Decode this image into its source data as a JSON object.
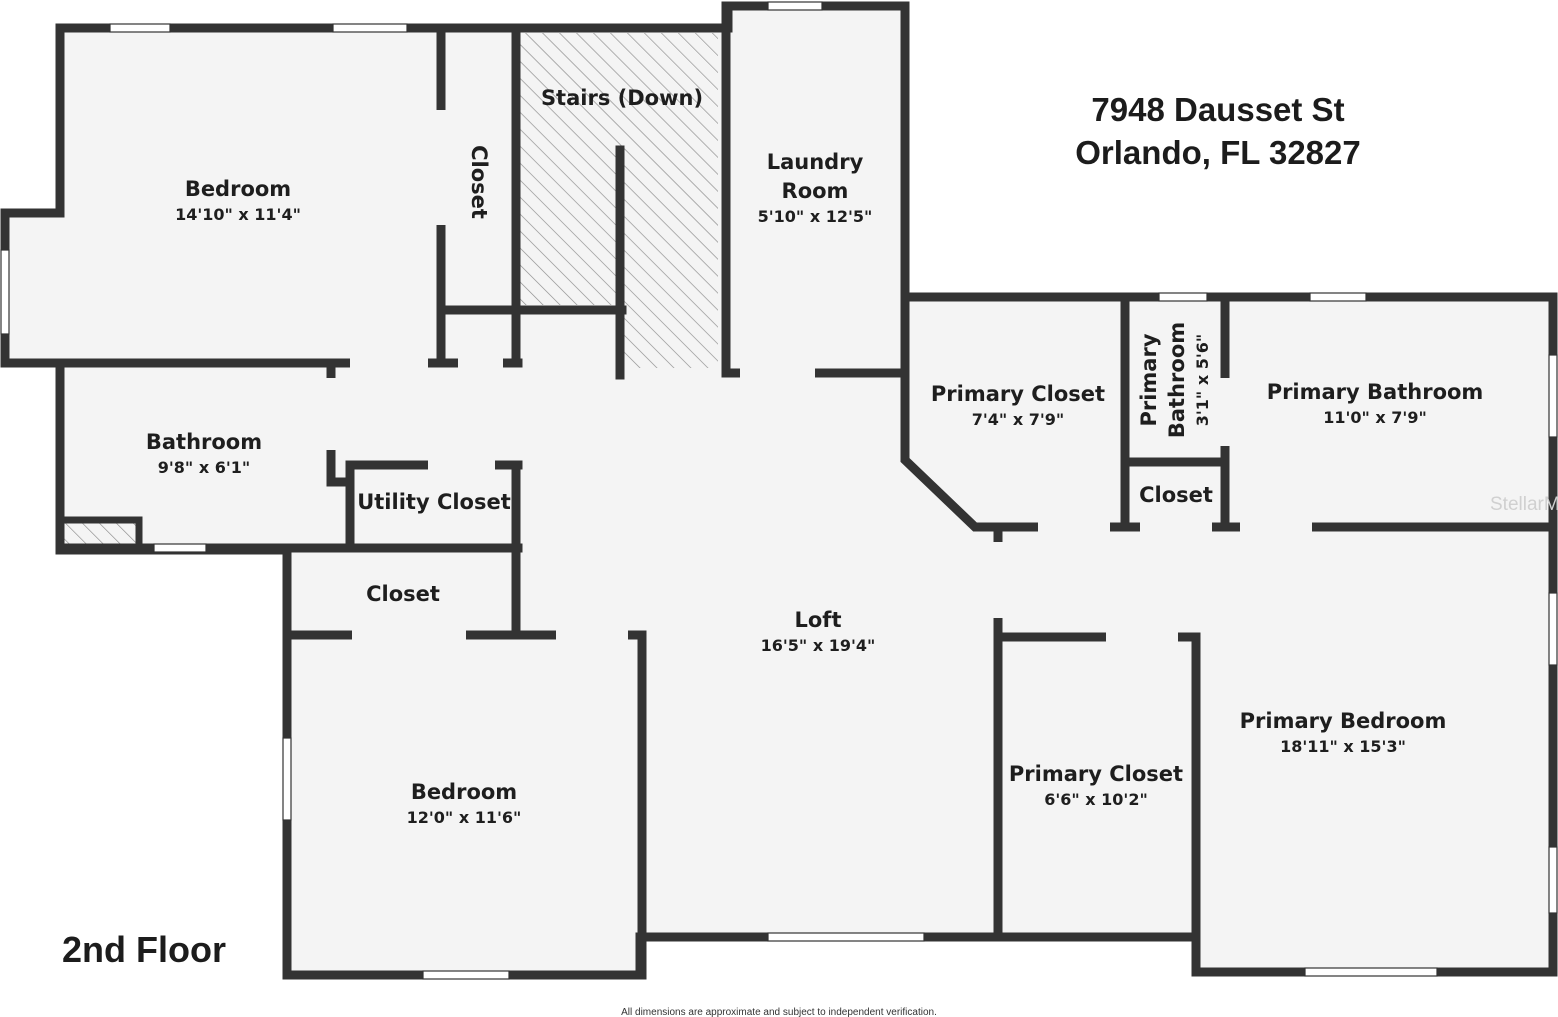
{
  "address": {
    "line1": "7948 Dausset St",
    "line2": "Orlando, FL 32827"
  },
  "floor_label": "2nd Floor",
  "disclaimer": "All dimensions are approximate and subject to independent verification.",
  "watermark": "StellarM",
  "colors": {
    "wall": "#333333",
    "floor": "#f4f4f4",
    "stair_hatch": "#8a8a8a",
    "text": "#1e1e1e"
  },
  "rooms": {
    "bedroom_nw": {
      "name": "Bedroom",
      "dim": "14'10\" x 11'4\""
    },
    "closet_nw": {
      "name": "Closet"
    },
    "stairs": {
      "name": "Stairs (Down)"
    },
    "laundry": {
      "name_line1": "Laundry",
      "name_line2": "Room",
      "dim": "5'10\" x 12'5\""
    },
    "bathroom": {
      "name": "Bathroom",
      "dim": "9'8\" x 6'1\""
    },
    "utility_closet": {
      "name": "Utility Closet"
    },
    "closet_sw": {
      "name": "Closet"
    },
    "bedroom_sw": {
      "name": "Bedroom",
      "dim": "12'0\" x 11'6\""
    },
    "loft": {
      "name": "Loft",
      "dim": "16'5\" x 19'4\""
    },
    "primary_closet_n": {
      "name": "Primary Closet",
      "dim": "7'4\" x 7'9\""
    },
    "primary_wc": {
      "name_line1": "Primary",
      "name_line2": "Bathroom",
      "dim": "3'1\" x 5'6\""
    },
    "closet_e": {
      "name": "Closet"
    },
    "primary_bathroom": {
      "name": "Primary Bathroom",
      "dim": "11'0\" x 7'9\""
    },
    "primary_closet_s": {
      "name": "Primary Closet",
      "dim": "6'6\" x 10'2\""
    },
    "primary_bedroom": {
      "name": "Primary Bedroom",
      "dim": "18'11\" x 15'3\""
    }
  }
}
